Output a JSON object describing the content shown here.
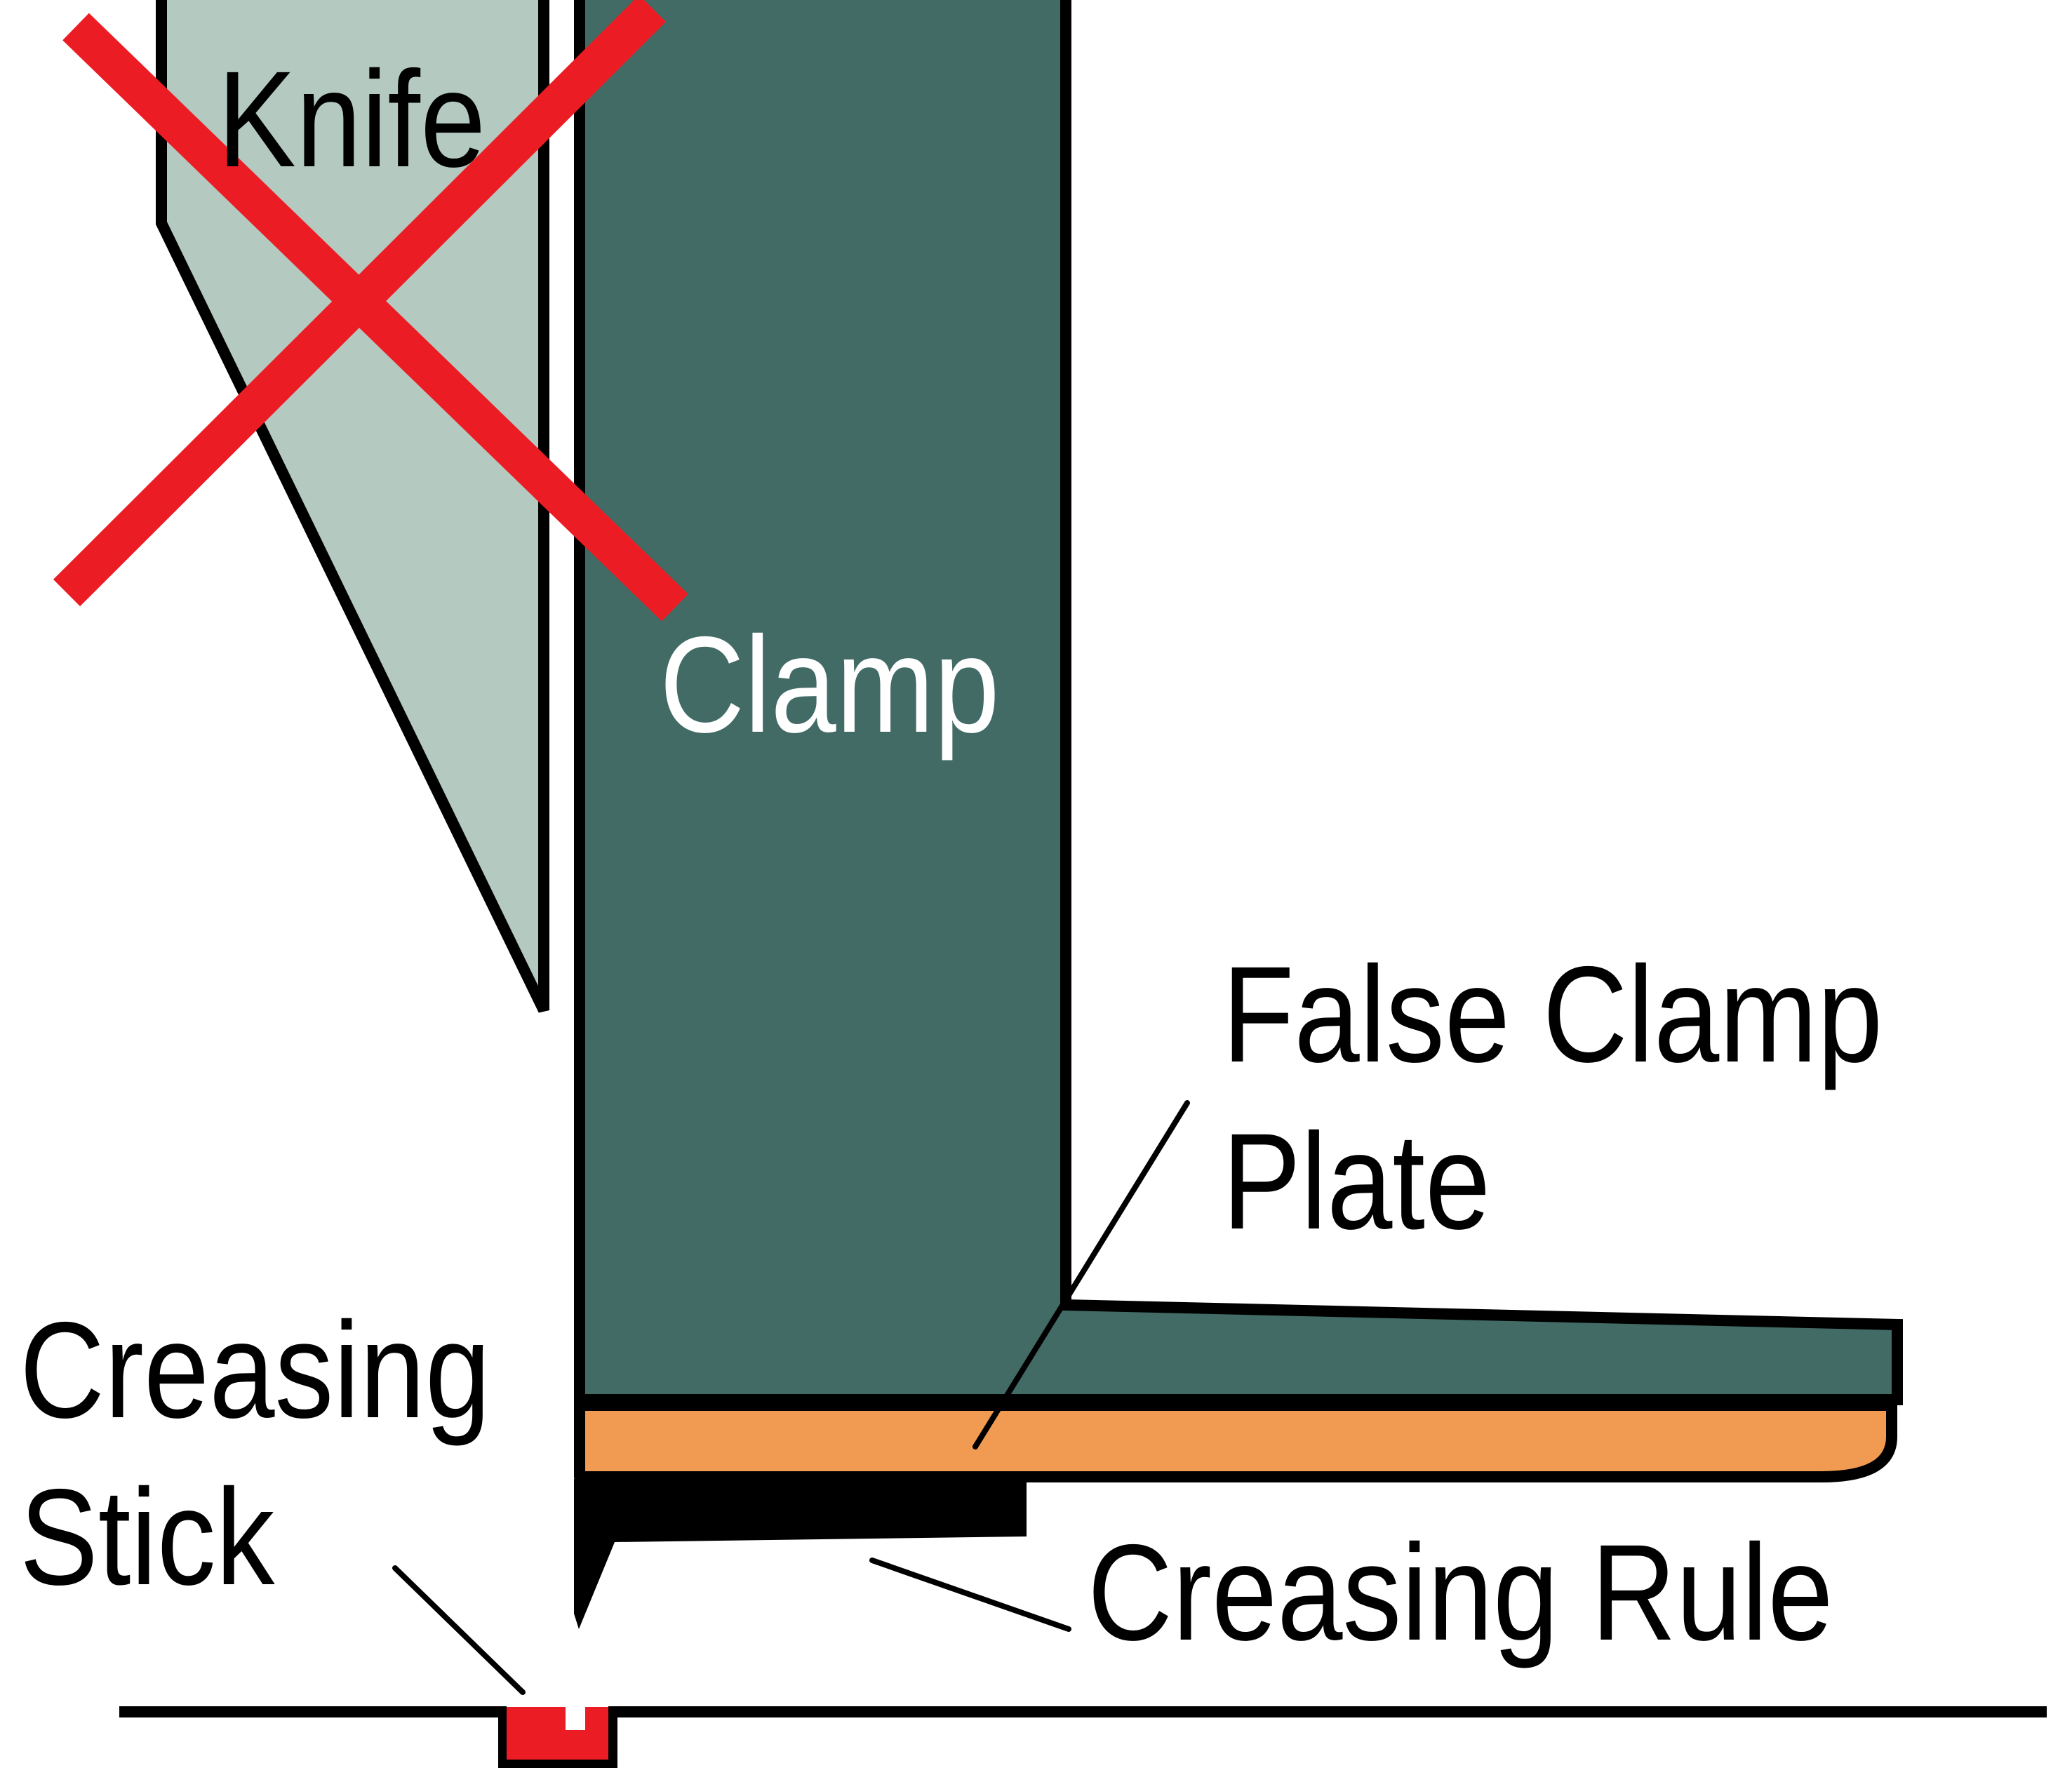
{
  "labels": {
    "knife": "Knife",
    "clamp": "Clamp",
    "false_clamp_plate_line1": "False Clamp",
    "false_clamp_plate_line2": "Plate",
    "creasing_stick_line1": "Creasing",
    "creasing_stick_line2": "Stick",
    "creasing_rule": "Creasing Rule"
  },
  "colors": {
    "background": "#ffffff",
    "knife_fill": "#b4c9c0",
    "clamp_fill": "#426b65",
    "false_clamp_plate_fill": "#f09b51",
    "creasing_stick_fill": "#ec1c24",
    "prohibited_x_stroke": "#ec1c24",
    "outline": "#000000",
    "clamp_label_text": "#ffffff",
    "label_text": "#000000"
  }
}
